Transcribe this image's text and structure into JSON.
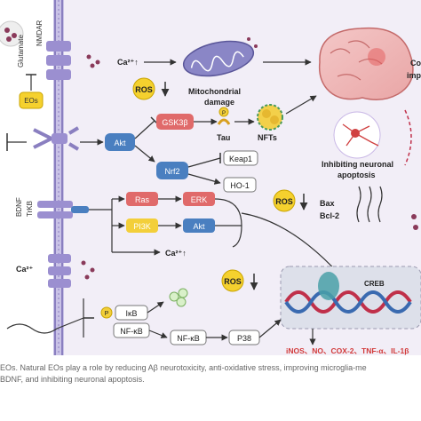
{
  "labels": {
    "glutamate": "Glutamate",
    "nmdar": "NMDAR",
    "eos": "EOs",
    "ca_up_top": "Ca²⁺↑",
    "ros": "ROS",
    "mito_damage_1": "Mitochondrial",
    "mito_damage_2": "damage",
    "akt": "Akt",
    "gsk3b": "GSK3β",
    "tau": "Tau",
    "nfts": "NFTs",
    "p": "P",
    "nrf2": "Nrf2",
    "keap1": "Keap1",
    "ho1": "HO-1",
    "inhibit_1": "Inhibiting neuronal",
    "inhibit_2": "apoptosis",
    "bdnf": "BDNF",
    "trkb": "TrKB",
    "ras": "Ras",
    "erk": "ERK",
    "pi3k": "PI3K",
    "akt2": "Akt",
    "ca_up_mid": "Ca²⁺↑",
    "bax": "Bax",
    "bcl2": "Bcl-2",
    "creb": "CREB",
    "ca_left": "Ca²⁺",
    "ikb": "IκB",
    "nfkb": "NF-κB",
    "nfkb2": "NF-κB",
    "p38": "P38",
    "cyto": "iNOS、NO、COX-2、TNF-α、IL-1β",
    "cog_1": "Co",
    "cog_2": "imp",
    "caption_1": "EOs. Natural EOs play a role by reducing Aβ neurotoxicity, anti-oxidative stress, improving microglia-me",
    "caption_2": "BDNF, and inhibiting neuronal apoptosis."
  },
  "colors": {
    "background": "#f2eef7",
    "membrane": "#8a7fc0",
    "akt_fill": "#4a7fc0",
    "red_box": "#e06a6a",
    "yellow_box": "#f3cf3a",
    "ros_yellow": "#f5d12e",
    "red_text": "#d23a3a",
    "creb_blue": "#4aa0a8"
  }
}
